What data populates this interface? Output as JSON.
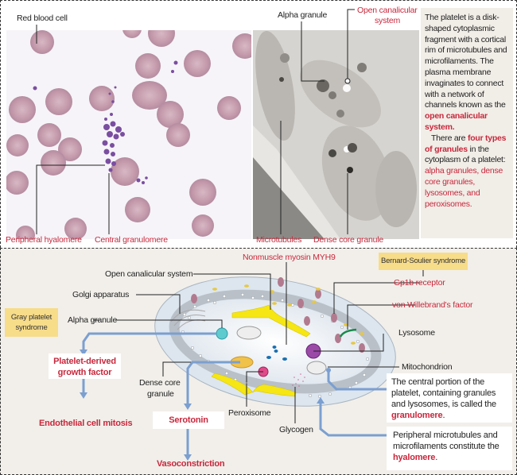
{
  "top_panel": {
    "micrograph_labels": {
      "red_blood_cell": "Red blood cell",
      "peripheral_hyalomere": "Peripheral hyalomere",
      "central_granulomere": "Central granulomere"
    },
    "em_labels": {
      "alpha_granule": "Alpha granule",
      "open_canalicular_line1": "Open canalicular",
      "open_canalicular_line2": "system",
      "microtubules": "Microtubules",
      "dense_core_granule": "Dense core granule"
    },
    "description": {
      "p1_text": "The platelet is a disk-shaped cytoplasmic fragment with a cortical rim of microtubules and microfilaments. The plasma membrane invaginates to connect with a network of channels known as the ",
      "p1_highlight": "open canalicular system.",
      "p2_text_a": "There are ",
      "p2_highlight_a": "four types of granules",
      "p2_text_b": " in the cytoplasm of a platelet: ",
      "p2_highlight_b": "alpha granules, dense core granules, lysosomes, and peroxisomes."
    }
  },
  "bottom_panel": {
    "labels": {
      "nonmuscle_myosin": "Nonmuscle myosin MYH9",
      "open_canalicular_system": "Open canalicular system",
      "golgi_apparatus": "Golgi apparatus",
      "alpha_granule": "Alpha granule",
      "gp1b_receptor": "Gp1b receptor",
      "von_willebrand": "von Willebrand's factor",
      "lysosome": "Lysosome",
      "mitochondrion": "Mitochondrion",
      "dense_core_line1": "Dense core",
      "dense_core_line2": "granule",
      "peroxisome": "Peroxisome",
      "glycogen": "Glycogen"
    },
    "syndromes": {
      "gray_platelet_line1": "Gray platelet",
      "gray_platelet_line2": "syndrome",
      "bernard_soulier": "Bernard-Soulier syndrome"
    },
    "flow": {
      "pdgf_line1": "Platelet-derived",
      "pdgf_line2": "growth factor",
      "endothelial": "Endothelial cell mitosis",
      "serotonin": "Serotonin",
      "vasoconstriction": "Vasoconstriction"
    },
    "info": {
      "granulomere_text": "The central portion of the platelet, containing granules and lysosomes, is called the ",
      "granulomere_term": "granulomere",
      "hyalomere_text": "Peripheral microtubules and microfilaments constitute the ",
      "hyalomere_term": "hyalomere",
      "period": "."
    }
  },
  "colors": {
    "accent_red": "#c8283c",
    "syndrome_yellow": "#f7dc8a",
    "arrow_blue": "#7b9fd0",
    "panel_beige": "#f2efea"
  }
}
